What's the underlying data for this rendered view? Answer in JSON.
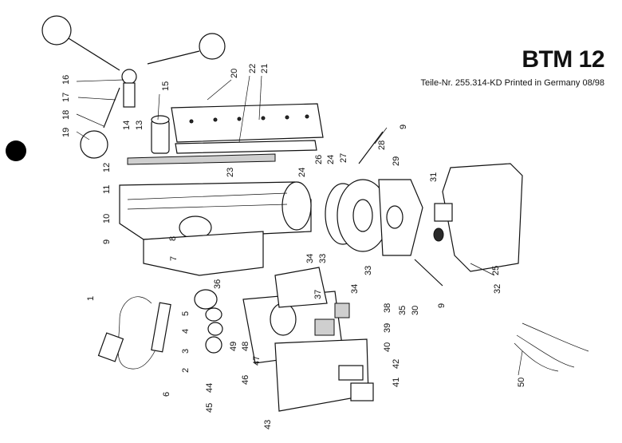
{
  "header": {
    "model": "BTM 12",
    "part_info": "Teile-Nr. 255.314-KD  Printed in Germany  08/98"
  },
  "part_numbers": [
    "1",
    "2",
    "3",
    "4",
    "5",
    "6",
    "7",
    "8",
    "9",
    "10",
    "11",
    "12",
    "13",
    "14",
    "15",
    "16",
    "17",
    "18",
    "19",
    "20",
    "21",
    "22",
    "23",
    "24",
    "25",
    "26",
    "27",
    "28",
    "29",
    "30",
    "31",
    "32",
    "33",
    "34",
    "35",
    "36",
    "37",
    "38",
    "39",
    "40",
    "41",
    "42",
    "43",
    "44",
    "45",
    "46",
    "47",
    "48",
    "49",
    "50"
  ],
  "callouts": {
    "c1": "1",
    "c2": "2",
    "c3": "3",
    "c4": "4",
    "c5": "5",
    "c6": "6",
    "c7": "7",
    "c8": "8",
    "c9a": "9",
    "c9b": "9",
    "c9c": "9",
    "c10": "10",
    "c11": "11",
    "c12": "12",
    "c13": "13",
    "c14": "14",
    "c15": "15",
    "c16": "16",
    "c17": "17",
    "c18": "18",
    "c19": "19",
    "c20": "20",
    "c21": "21",
    "c22": "22",
    "c23": "23",
    "c24a": "24",
    "c24b": "24",
    "c25": "25",
    "c26": "26",
    "c27": "27",
    "c28": "28",
    "c29": "29",
    "c30": "30",
    "c31": "31",
    "c32": "32",
    "c33a": "33",
    "c33b": "33",
    "c34a": "34",
    "c34b": "34",
    "c35": "35",
    "c36": "36",
    "c37": "37",
    "c38": "38",
    "c39": "39",
    "c40": "40",
    "c41": "41",
    "c42": "42",
    "c43": "43",
    "c44": "44",
    "c45": "45",
    "c46": "46",
    "c47": "47",
    "c48": "48",
    "c49": "49",
    "c50": "50"
  }
}
